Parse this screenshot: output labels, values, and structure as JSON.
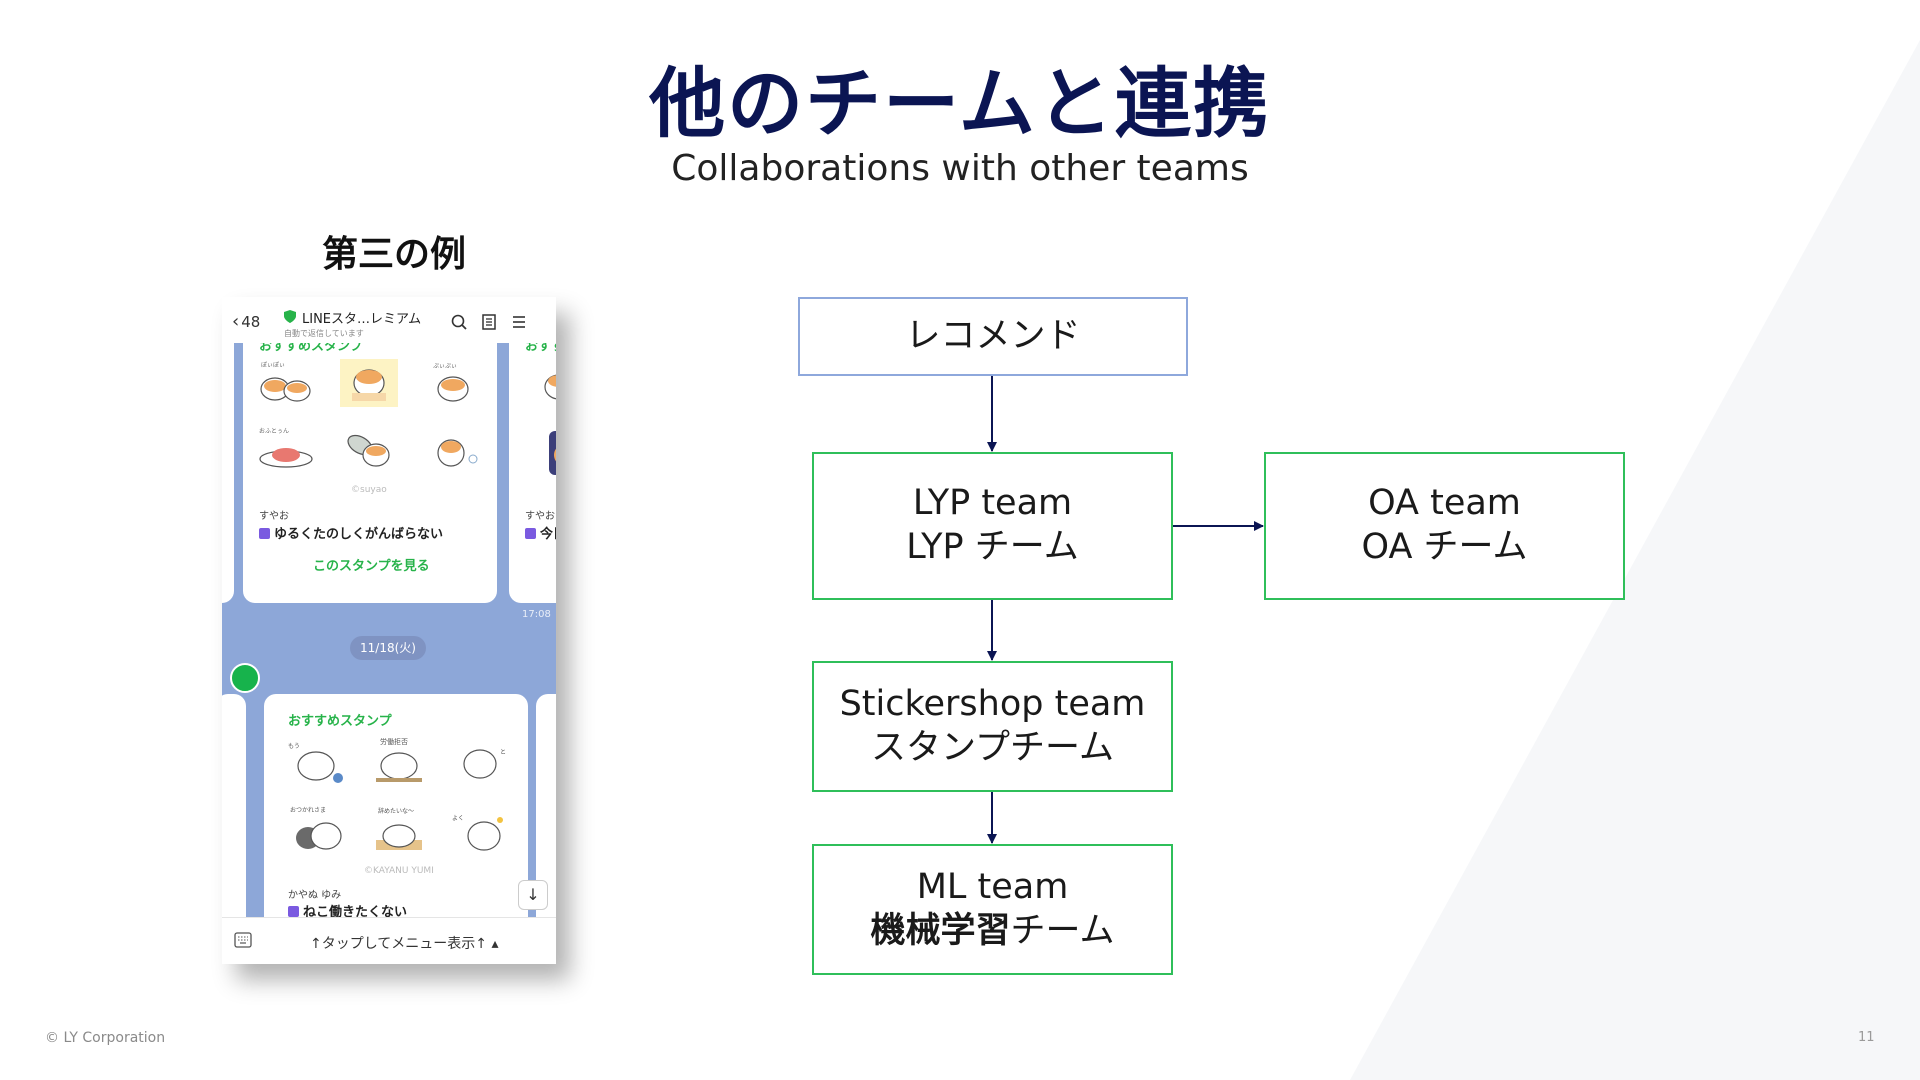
{
  "slide": {
    "title": "他のチームと連携",
    "subtitle": "Collaborations with other teams",
    "example_label": "第三の例",
    "copyright": "© LY Corporation",
    "page_number": "11"
  },
  "phone": {
    "back_count": "48",
    "chat_title": "LINEスタ…レミアム",
    "chat_subtitle": "自動で返信しています",
    "card1": {
      "header": "おすすめスタンプ",
      "credit": "©suyao",
      "author": "すやお",
      "sticker_name": "ゆるくたのしくがんばらない",
      "link": "このスタンプを見る"
    },
    "card1_peek": {
      "header": "おすす",
      "author": "すやお",
      "sticker_name": "今日"
    },
    "time": "17:08",
    "date": "11/18(火)",
    "card2": {
      "header": "おすすめスタンプ",
      "credit": "©KAYANU YUMI",
      "author": "かやぬ ゆみ",
      "sticker_name": "ねこ働きたくない"
    },
    "footer_menu": "↑タップしてメニュー表示↑ ▴"
  },
  "flow": {
    "recommend": "レコメンド",
    "lyp_en": "LYP team",
    "lyp_ja": "LYP チーム",
    "oa_en": "OA team",
    "oa_ja": "OA チーム",
    "sticker_en": "Stickershop team",
    "sticker_ja": "スタンプチーム",
    "ml_en": "ML team",
    "ml_ja_bold": "機械学習",
    "ml_ja_rest": "チーム"
  },
  "colors": {
    "title_navy": "#0b1553",
    "box_green": "#2fbf5a",
    "box_blue": "#8ea8dc",
    "arrow_navy": "#0b1553",
    "line_green": "#27b34a",
    "chat_bg": "#8da7d8"
  }
}
